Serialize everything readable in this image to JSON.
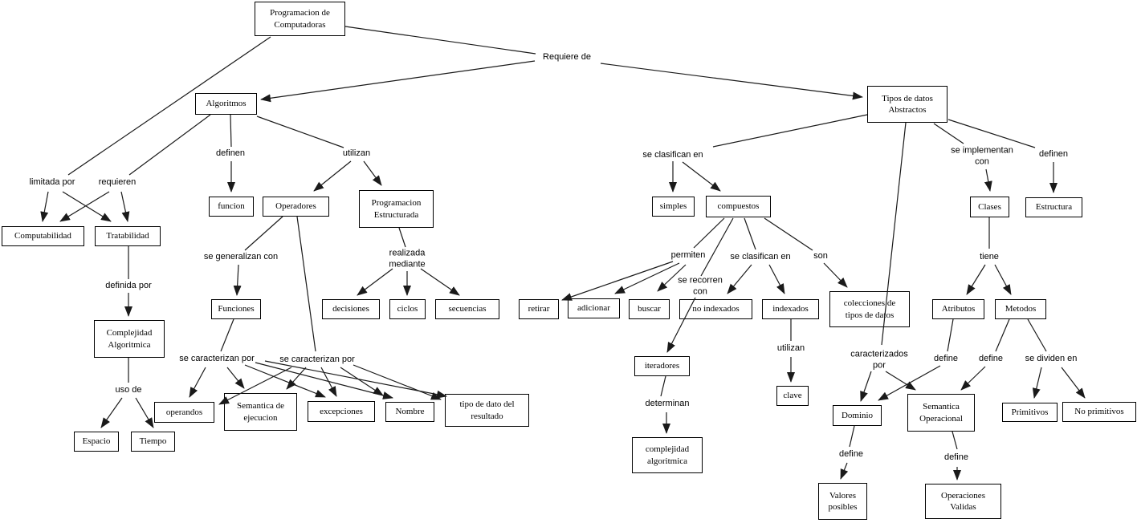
{
  "colors": {
    "background": "#ffffff",
    "line": "#1a1a1a",
    "text": "#000000"
  },
  "diagram": {
    "boxes": {
      "prog": {
        "label": "Programacion de\nComputadoras"
      },
      "algoritmos": {
        "label": "Algoritmos"
      },
      "tda": {
        "label": "Tipos de datos\nAbstractos"
      },
      "computabilidad": {
        "label": "Computabilidad"
      },
      "tratabilidad": {
        "label": "Tratabilidad"
      },
      "complejidad_algoritmica": {
        "label": "Complejidad\nAlgoritmica"
      },
      "espacio": {
        "label": "Espacio"
      },
      "tiempo": {
        "label": "Tiempo"
      },
      "funcion": {
        "label": "funcion"
      },
      "operadores": {
        "label": "Operadores"
      },
      "prog_estructurada": {
        "label": "Programacion\nEstructurada"
      },
      "funciones": {
        "label": "Funciones"
      },
      "decisiones": {
        "label": "decisiones"
      },
      "ciclos": {
        "label": "ciclos"
      },
      "secuencias": {
        "label": "secuencias"
      },
      "operandos": {
        "label": "operandos"
      },
      "semantica_ejecucion": {
        "label": "Semantica de\nejecucion"
      },
      "excepciones": {
        "label": "excepciones"
      },
      "nombre": {
        "label": "Nombre"
      },
      "tipo_dato_resultado": {
        "label": "tipo de dato del\nresultado"
      },
      "simples": {
        "label": "simples"
      },
      "compuestos": {
        "label": "compuestos"
      },
      "retirar": {
        "label": "retirar"
      },
      "adicionar": {
        "label": "adicionar"
      },
      "buscar": {
        "label": "buscar"
      },
      "no_indexados": {
        "label": "no indexados"
      },
      "indexados": {
        "label": "indexados"
      },
      "colecciones": {
        "label": "colecciones de\ntipos de datos"
      },
      "iteradores": {
        "label": "iteradores"
      },
      "complejidad_algoritmica_2": {
        "label": "complejidad\nalgoritmica"
      },
      "clave": {
        "label": "clave"
      },
      "clases": {
        "label": "Clases"
      },
      "estructura": {
        "label": "Estructura"
      },
      "atributos": {
        "label": "Atributos"
      },
      "metodos": {
        "label": "Metodos"
      },
      "dominio": {
        "label": "Dominio"
      },
      "semantica_operacional": {
        "label": "Semantica\nOperacional"
      },
      "primitivos": {
        "label": "Primitivos"
      },
      "no_primitivos": {
        "label": "No primitivos"
      },
      "valores_posibles": {
        "label": "Valores\nposibles"
      },
      "operaciones_validas": {
        "label": "Operaciones\nValidas"
      }
    },
    "links": {
      "requiere_de": {
        "label": "Requiere de"
      },
      "limitada_por": {
        "label": "limitada por"
      },
      "requieren": {
        "label": "requieren"
      },
      "definida_por": {
        "label": "definida por"
      },
      "uso_de": {
        "label": "uso de"
      },
      "definen_1": {
        "label": "definen"
      },
      "utilizan_1": {
        "label": "utilizan"
      },
      "se_generalizan_con": {
        "label": "se generalizan con"
      },
      "realizada_mediante": {
        "label": "realizada\nmediante"
      },
      "se_caracterizan_por_1": {
        "label": "se caracterizan por"
      },
      "se_caracterizan_por_2": {
        "label": "se caracterizan por"
      },
      "se_clasifican_en_1": {
        "label": "se clasifican en"
      },
      "permiten": {
        "label": "permiten"
      },
      "se_recorren_con": {
        "label": "se recorren\ncon"
      },
      "se_clasifican_en_2": {
        "label": "se clasifican en"
      },
      "son": {
        "label": "son"
      },
      "determinan": {
        "label": "determinan"
      },
      "utilizan_2": {
        "label": "utilizan"
      },
      "caracterizados_por": {
        "label": "caracterizados\npor"
      },
      "se_implementan_con": {
        "label": "se implementan\ncon"
      },
      "definen_2": {
        "label": "definen"
      },
      "tiene": {
        "label": "tiene"
      },
      "define_atributos": {
        "label": "define"
      },
      "define_metodos": {
        "label": "define"
      },
      "se_dividen_en": {
        "label": "se dividen en"
      },
      "define_dominio": {
        "label": "define"
      },
      "define_semantica": {
        "label": "define"
      }
    }
  }
}
